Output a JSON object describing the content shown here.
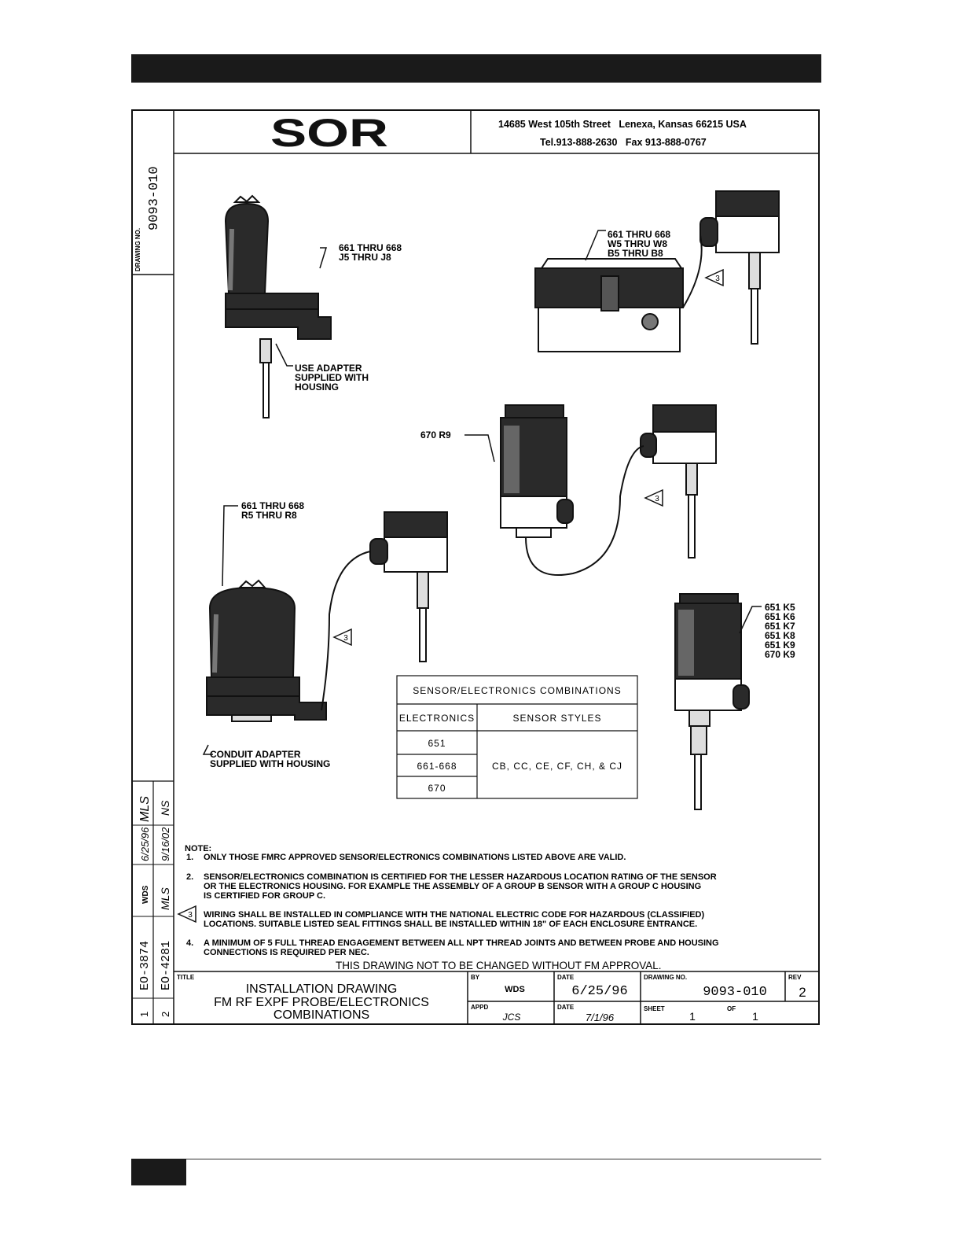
{
  "company": {
    "logo": "SOR",
    "address": "14685 West 105th Street   Lenexa, Kansas 66215 USA",
    "phone": "Tel.913-888-2630   Fax 913-888-0767"
  },
  "left_strip": {
    "drawing_no_label": "DRAWING NO.",
    "drawing_no": "9093-010",
    "revisions": [
      {
        "rev": "1",
        "eo": "EO-3874",
        "by": "WDS",
        "date": "6/25/96",
        "appd": "MLS"
      },
      {
        "rev": "2",
        "eo": "EO-4281",
        "by": "MLS",
        "date": "9/16/02",
        "appd": "NS"
      }
    ]
  },
  "callouts": {
    "housing1": [
      "661 THRU 668",
      "J5 THRU J8"
    ],
    "adapter1": [
      "USE ADAPTER",
      "SUPPLIED WITH",
      "HOUSING"
    ],
    "housing2": [
      "661 THRU 668",
      "W5 THRU W8",
      "B5 THRU B8"
    ],
    "housing3": "670 R9",
    "housing4": [
      "661 THRU 668",
      "R5 THRU R8"
    ],
    "adapter2": [
      "CONDUIT ADAPTER",
      "SUPPLIED WITH HOUSING"
    ],
    "housing5": [
      "651 K5",
      "651 K6",
      "651 K7",
      "651 K8",
      "651 K9",
      "670 K9"
    ],
    "flag": "3"
  },
  "combo_table": {
    "title": "SENSOR/ELECTRONICS COMBINATIONS",
    "col1": "ELECTRONICS",
    "col2": "SENSOR STYLES",
    "rows": [
      "651",
      "661-668",
      "670"
    ],
    "styles": "CB, CC, CE, CF, CH, & CJ"
  },
  "notes": {
    "heading": "NOTE:",
    "n1_num": "1.",
    "n1": "ONLY THOSE FMRC APPROVED SENSOR/ELECTRONICS COMBINATIONS LISTED ABOVE ARE VALID.",
    "n2_num": "2.",
    "n2": [
      "SENSOR/ELECTRONICS COMBINATION IS CERTIFIED FOR THE LESSER HAZARDOUS LOCATION RATING OF THE SENSOR",
      "OR THE ELECTRONICS HOUSING. FOR EXAMPLE THE ASSEMBLY OF A GROUP B SENSOR WITH A GROUP C HOUSING",
      "IS CERTIFIED FOR GROUP C."
    ],
    "n3_num": "3",
    "n3": [
      "WIRING SHALL BE INSTALLED IN COMPLIANCE WITH THE NATIONAL ELECTRIC CODE FOR HAZARDOUS (CLASSIFIED)",
      "LOCATIONS. SUITABLE LISTED SEAL FITTINGS SHALL BE INSTALLED WITHIN 18\" OF EACH ENCLOSURE ENTRANCE."
    ],
    "n4_num": "4.",
    "n4": [
      "A MINIMUM OF 5 FULL THREAD ENGAGEMENT BETWEEN ALL NPT THREAD JOINTS AND BETWEEN PROBE AND HOUSING",
      "CONNECTIONS IS REQUIRED PER NEC."
    ],
    "warning": "THIS DRAWING NOT TO BE CHANGED WITHOUT FM APPROVAL."
  },
  "title_block": {
    "title_label": "TITLE",
    "title_lines": [
      "INSTALLATION DRAWING",
      "FM RF EXPF PROBE/ELECTRONICS",
      "COMBINATIONS"
    ],
    "by_label": "BY",
    "by": "WDS",
    "date_label": "DATE",
    "date": "6/25/96",
    "appd_label": "APPD",
    "appd": "JCS",
    "date2_label": "DATE",
    "date2": "7/1/96",
    "drawing_no_label": "DRAWING NO.",
    "drawing_no": "9093-010",
    "rev_label": "REV",
    "rev": "2",
    "sheet_label": "SHEET",
    "sheet": "1",
    "of_label": "OF",
    "of": "1"
  }
}
